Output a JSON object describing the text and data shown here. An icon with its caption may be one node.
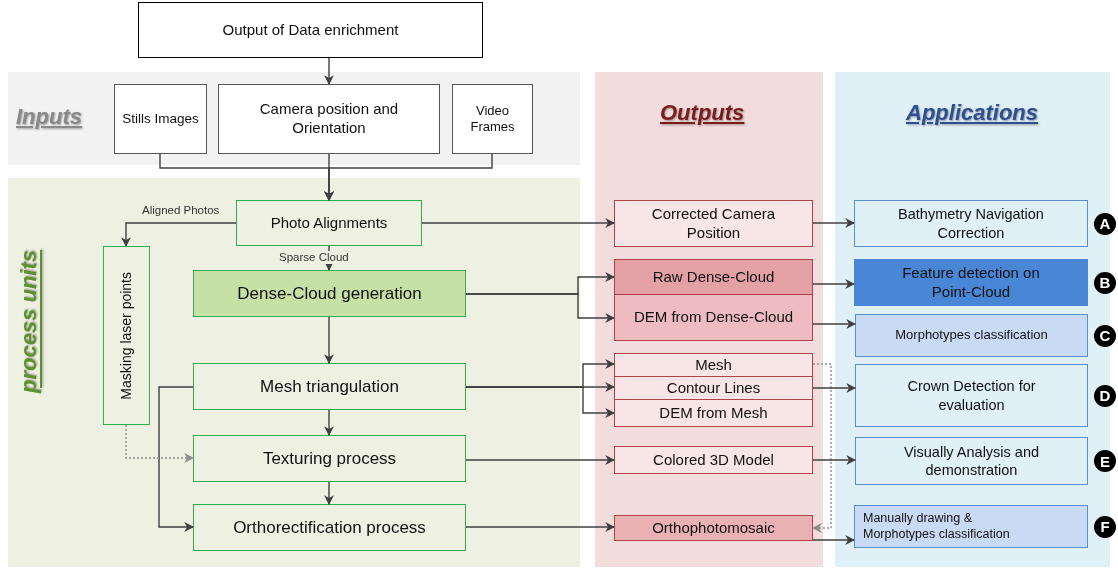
{
  "diagram": {
    "nodes": [
      {
        "text": [
          "Output of  Data enrichment"
        ]
      },
      {
        "text": [
          "Inputs"
        ]
      },
      {
        "text": [
          "Stills Images"
        ],
        "in": 1
      },
      {
        "text": [
          "Camera position and Orientation"
        ],
        "in": 1
      },
      {
        "text": [
          "Video Frames"
        ],
        "in": 1
      },
      {
        "text": [
          "process units"
        ]
      },
      {
        "text": [
          "Photo Alignments"
        ],
        "in": 5
      },
      {
        "text": [
          "Masking laser points"
        ],
        "in": 5
      },
      {
        "text": [
          "Dense-Cloud generation"
        ],
        "in": 5
      },
      {
        "text": [
          "Mesh triangulation"
        ],
        "in": 5
      },
      {
        "text": [
          "Texturing process"
        ],
        "in": 5
      },
      {
        "text": [
          "Orthorectification process"
        ],
        "in": 5
      },
      {
        "text": [
          "Outputs"
        ]
      },
      {
        "text": [
          "Corrected  Camera Position"
        ],
        "in": 12
      },
      {
        "text": [
          "Raw Dense-Cloud"
        ],
        "in": 12
      },
      {
        "text": [
          "DEM from Dense-Cloud"
        ],
        "in": 12
      },
      {
        "text": [
          "Mesh"
        ],
        "in": 12
      },
      {
        "text": [
          "Contour  Lines"
        ],
        "in": 12
      },
      {
        "text": [
          "DEM from Mesh"
        ],
        "in": 12
      },
      {
        "text": [
          "Colored  3D Model"
        ],
        "in": 12
      },
      {
        "text": [
          "Orthophotomosaic"
        ],
        "in": 12
      },
      {
        "text": [
          "Applications"
        ]
      },
      {
        "text": [
          "Bathymetry Navigation Correction"
        ],
        "in": 21,
        "beside": [
          "A"
        ]
      },
      {
        "text": [
          "Feature detection on Point-Cloud"
        ],
        "in": 21,
        "beside": [
          "B"
        ]
      },
      {
        "text": [
          "Morphotypes classification"
        ],
        "in": 21,
        "beside": [
          "C"
        ]
      },
      {
        "text": [
          "Crown  Detection for evaluation"
        ],
        "in": 21,
        "beside": [
          "D"
        ]
      },
      {
        "text": [
          "Visually Analysis and demonstration"
        ],
        "in": 21,
        "beside": [
          "E"
        ]
      },
      {
        "text": [
          "Manually drawing & Morphotypes classification"
        ],
        "in": 21,
        "beside": [
          "F"
        ]
      }
    ],
    "edges": [
      {
        "from": 0,
        "to": 3,
        "arrow": "to"
      },
      {
        "from": 2,
        "to": 6,
        "arrow": "to"
      },
      {
        "from": 3,
        "to": 6,
        "arrow": "to"
      },
      {
        "from": 4,
        "to": 6,
        "arrow": "to"
      },
      {
        "from": 6,
        "to": 7,
        "arrow": "to",
        "label": "Aligned Photos"
      },
      {
        "from": 6,
        "to": 8,
        "arrow": "to",
        "label": "Sparse Cloud"
      },
      {
        "from": 6,
        "to": 13,
        "arrow": "to"
      },
      {
        "from": 8,
        "to": 9,
        "arrow": "to"
      },
      {
        "from": 9,
        "to": 10,
        "arrow": "to"
      },
      {
        "from": 10,
        "to": 11,
        "arrow": "to"
      },
      {
        "from": 9,
        "to": 11,
        "arrow": "to"
      },
      {
        "from": 7,
        "to": 10,
        "arrow": "to",
        "style": "dashed",
        "color": "#8c8c8c"
      },
      {
        "from": 8,
        "to": 14,
        "arrow": "to"
      },
      {
        "from": 8,
        "to": 15,
        "arrow": "to"
      },
      {
        "from": 9,
        "to": 16,
        "arrow": "to"
      },
      {
        "from": 9,
        "to": 17,
        "arrow": "to"
      },
      {
        "from": 9,
        "to": 18,
        "arrow": "to"
      },
      {
        "from": 10,
        "to": 19,
        "arrow": "to"
      },
      {
        "from": 11,
        "to": 20,
        "arrow": "to"
      },
      {
        "from": 16,
        "to": 20,
        "arrow": "to",
        "style": "dashed",
        "color": "#8c8c8c"
      },
      {
        "from": 13,
        "to": 22,
        "arrow": "to"
      },
      {
        "from": 14,
        "to": 23,
        "arrow": "to"
      },
      {
        "from": 15,
        "to": 24,
        "arrow": "to"
      },
      {
        "from": 17,
        "to": 25,
        "arrow": "to"
      },
      {
        "from": 19,
        "to": 26,
        "arrow": "to"
      },
      {
        "from": 20,
        "to": 27,
        "arrow": "to"
      }
    ]
  }
}
